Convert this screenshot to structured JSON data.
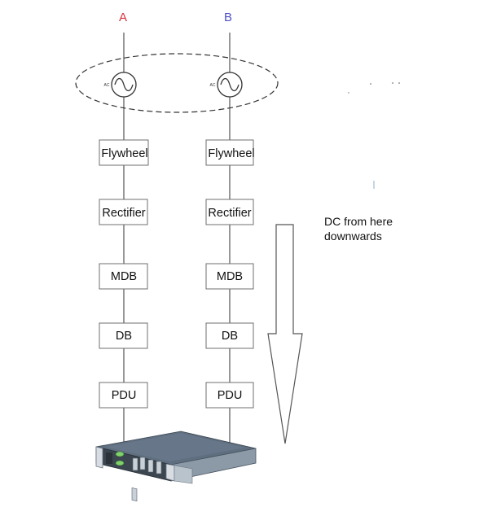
{
  "feeds": [
    {
      "label": "A",
      "color": "#d9303a"
    },
    {
      "label": "B",
      "color": "#5050c8"
    }
  ],
  "source_label": "AC",
  "stages": [
    "Flywheel",
    "Rectifier",
    "MDB",
    "DB",
    "PDU"
  ],
  "note": [
    "DC from here",
    "downwards"
  ],
  "colors": {
    "line": "#555555",
    "box_border": "#6f6f6f",
    "server_top": "#5f6f80",
    "server_front": "#3c4651"
  },
  "icons": [
    "ac-source-icon",
    "down-arrow-icon",
    "server-icon"
  ]
}
